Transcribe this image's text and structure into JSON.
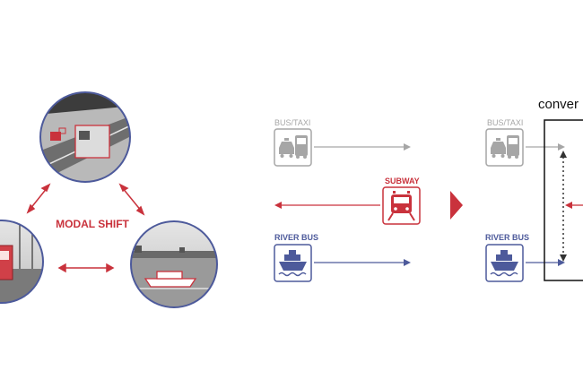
{
  "colors": {
    "red": "#c9323c",
    "navy": "#4d5a9b",
    "gray": "#a6a6a6",
    "black": "#111111"
  },
  "left_panel": {
    "center_label": "MODAL SHIFT",
    "photos": [
      {
        "icon": "truck-photo-icon"
      },
      {
        "icon": "train-photo-icon"
      },
      {
        "icon": "boat-photo-icon"
      }
    ]
  },
  "middle_panel": {
    "bus_taxi_label": "BUS/TAXI",
    "subway_label": "SUBWAY",
    "river_bus_label": "RIVER BUS"
  },
  "right_panel": {
    "bus_taxi_label": "BUS/TAXI",
    "river_bus_label": "RIVER BUS",
    "convergence_label": "conver"
  }
}
